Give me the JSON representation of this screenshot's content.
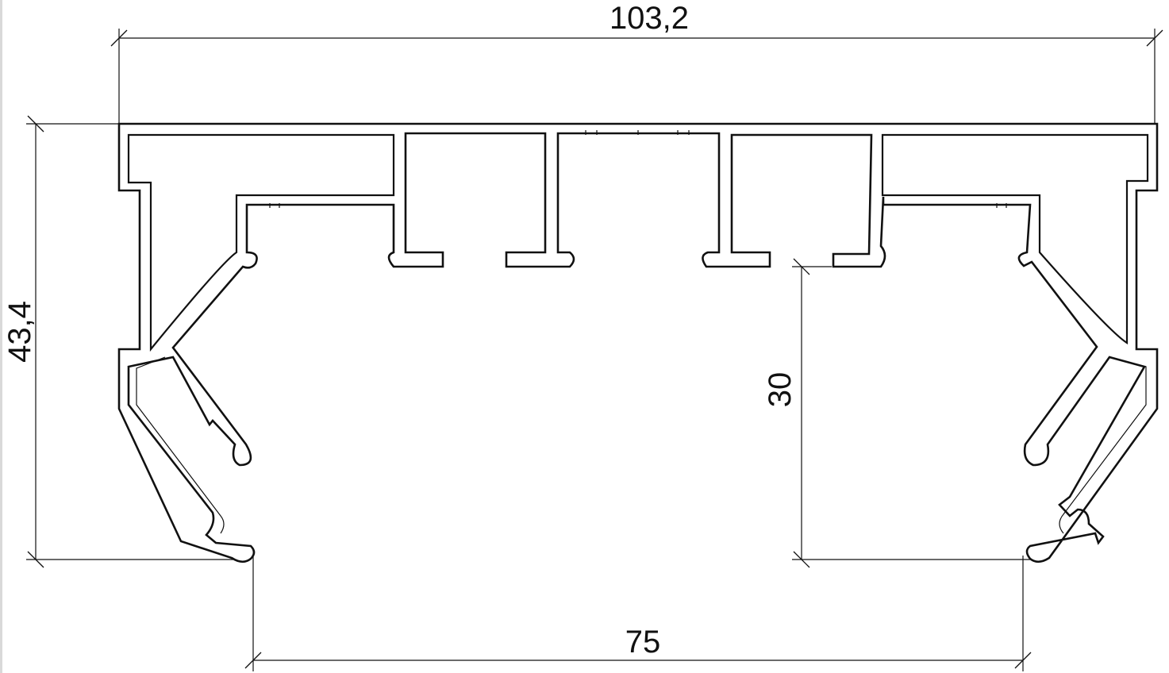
{
  "drawing": {
    "dimensions": {
      "overall_width": "103,2",
      "overall_height": "43,4",
      "inner_height": "30",
      "opening_width": "75"
    },
    "colors": {
      "line": "#111111",
      "background": "#ffffff"
    }
  }
}
